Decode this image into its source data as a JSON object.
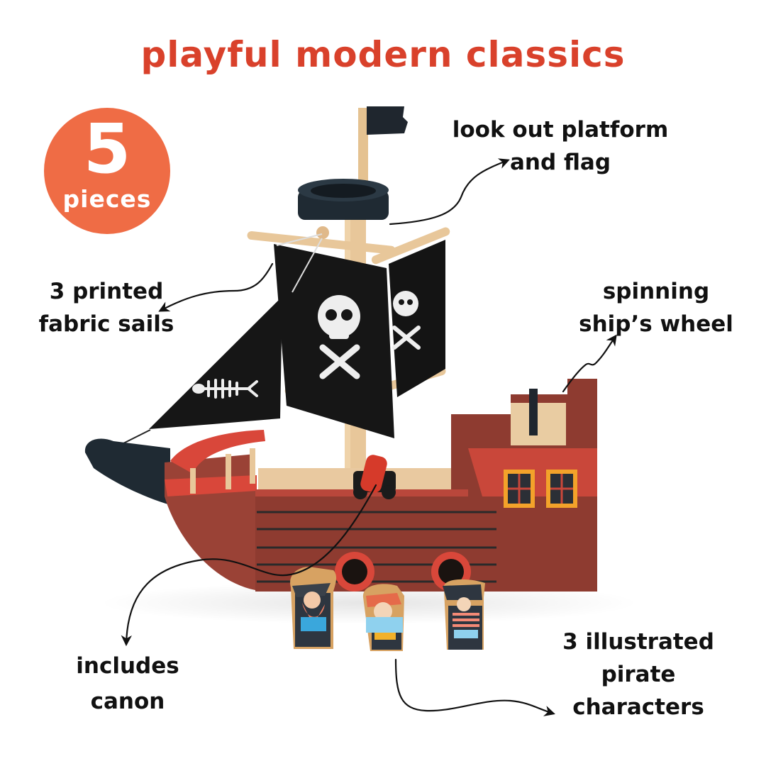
{
  "headline": "playful modern classics",
  "badge": {
    "count": "5",
    "unit": "pieces",
    "color": "#ef6c45"
  },
  "callouts": {
    "lookout": {
      "line1": "look out platform",
      "line2": "and flag"
    },
    "sails": {
      "line1": "3 printed",
      "line2": "fabric sails"
    },
    "wheel": {
      "line1": "spinning",
      "line2": "ship’s wheel"
    },
    "canon": {
      "line1": "includes",
      "line2": "canon"
    },
    "pirates": {
      "line1": "3 illustrated",
      "line2": "pirate",
      "line3": "characters"
    }
  },
  "product": {
    "name": "wooden pirate ship toy",
    "sail_prints": [
      "fish-skeleton",
      "skull-and-crossbones",
      "skull-and-crossbones"
    ],
    "figures": [
      "bearded pirate with peg leg",
      "pirate with bandana",
      "young pirate in striped shirt"
    ]
  },
  "colors": {
    "headline": "#d9412b",
    "hull": "#8e3b30",
    "hull_trim": "#d9473a",
    "sail": "#1c1c1c",
    "mast_wood": "#e8c79a",
    "deck": "#e9c9a0",
    "navy": "#24303a"
  }
}
